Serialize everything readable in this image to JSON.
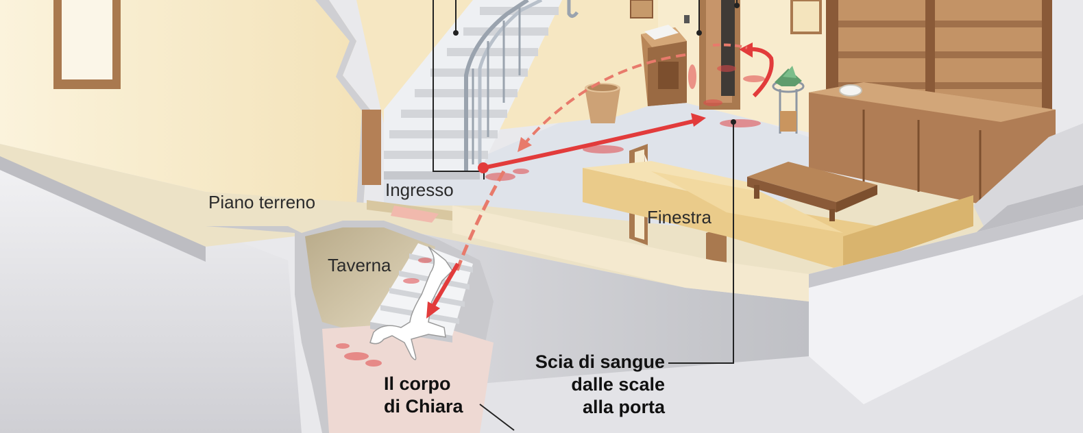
{
  "labels": {
    "piano_terreno": "Piano terreno",
    "ingresso": "Ingresso",
    "finestra": "Finestra",
    "taverna": "Taverna",
    "corpo": [
      "Il corpo",
      "di Chiara"
    ],
    "scia": [
      "Scia di sangue",
      "dalle scale",
      "alla porta"
    ]
  },
  "colors": {
    "wall_warm": "#f6e7c2",
    "wall_light": "#fbf2d9",
    "floor": "#dfe3ea",
    "wall_cut": "#c9c9cd",
    "wood": "#b07d55",
    "wood_dark": "#8a5a38",
    "stair": "#f1f2f4",
    "blood": "#e0484a",
    "trail": "#e23b3b",
    "sofa": "#f1d9a1"
  },
  "icons": {
    "stairs": "staircase",
    "bookcase": "bookcase",
    "sofa": "sofa",
    "table": "coffee-table",
    "body": "body-outline",
    "plant": "potted-plant",
    "bin": "waste-bin"
  }
}
